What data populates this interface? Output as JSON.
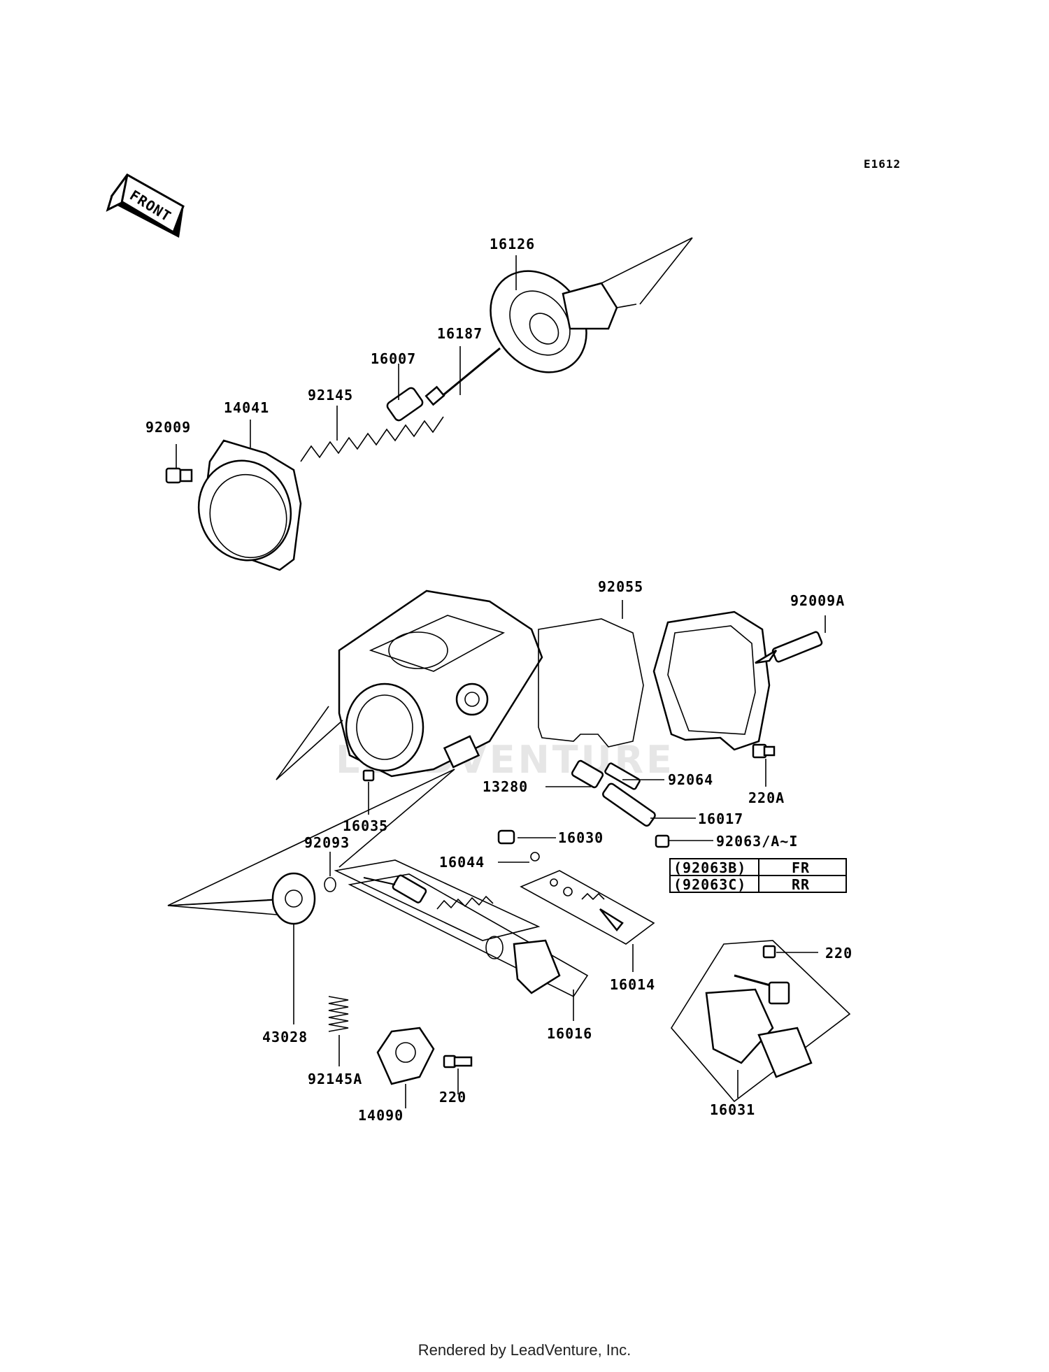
{
  "diagram_code": "E1612",
  "front_arrow_label": "FRONT",
  "watermark": "LEADVENTURE",
  "footer": "Rendered by LeadVenture, Inc.",
  "part_labels": {
    "p16126": "16126",
    "p16187": "16187",
    "p16007": "16007",
    "p92145": "92145",
    "p14041": "14041",
    "p92009": "92009",
    "p92055": "92055",
    "p92009A": "92009A",
    "p92064": "92064",
    "p13280": "13280",
    "p220A": "220A",
    "p16017": "16017",
    "p16035": "16035",
    "p16030": "16030",
    "p92063": "92063/A~I",
    "p16044": "16044",
    "p92093": "92093",
    "p220_top": "220",
    "p16014": "16014",
    "p43028": "43028",
    "p16016": "16016",
    "p92145A": "92145A",
    "p220_bottom": "220",
    "p14090": "14090",
    "p16031": "16031"
  },
  "variant_table": [
    {
      "code": "(92063B)",
      "position": "FR"
    },
    {
      "code": "(92063C)",
      "position": "RR"
    }
  ]
}
